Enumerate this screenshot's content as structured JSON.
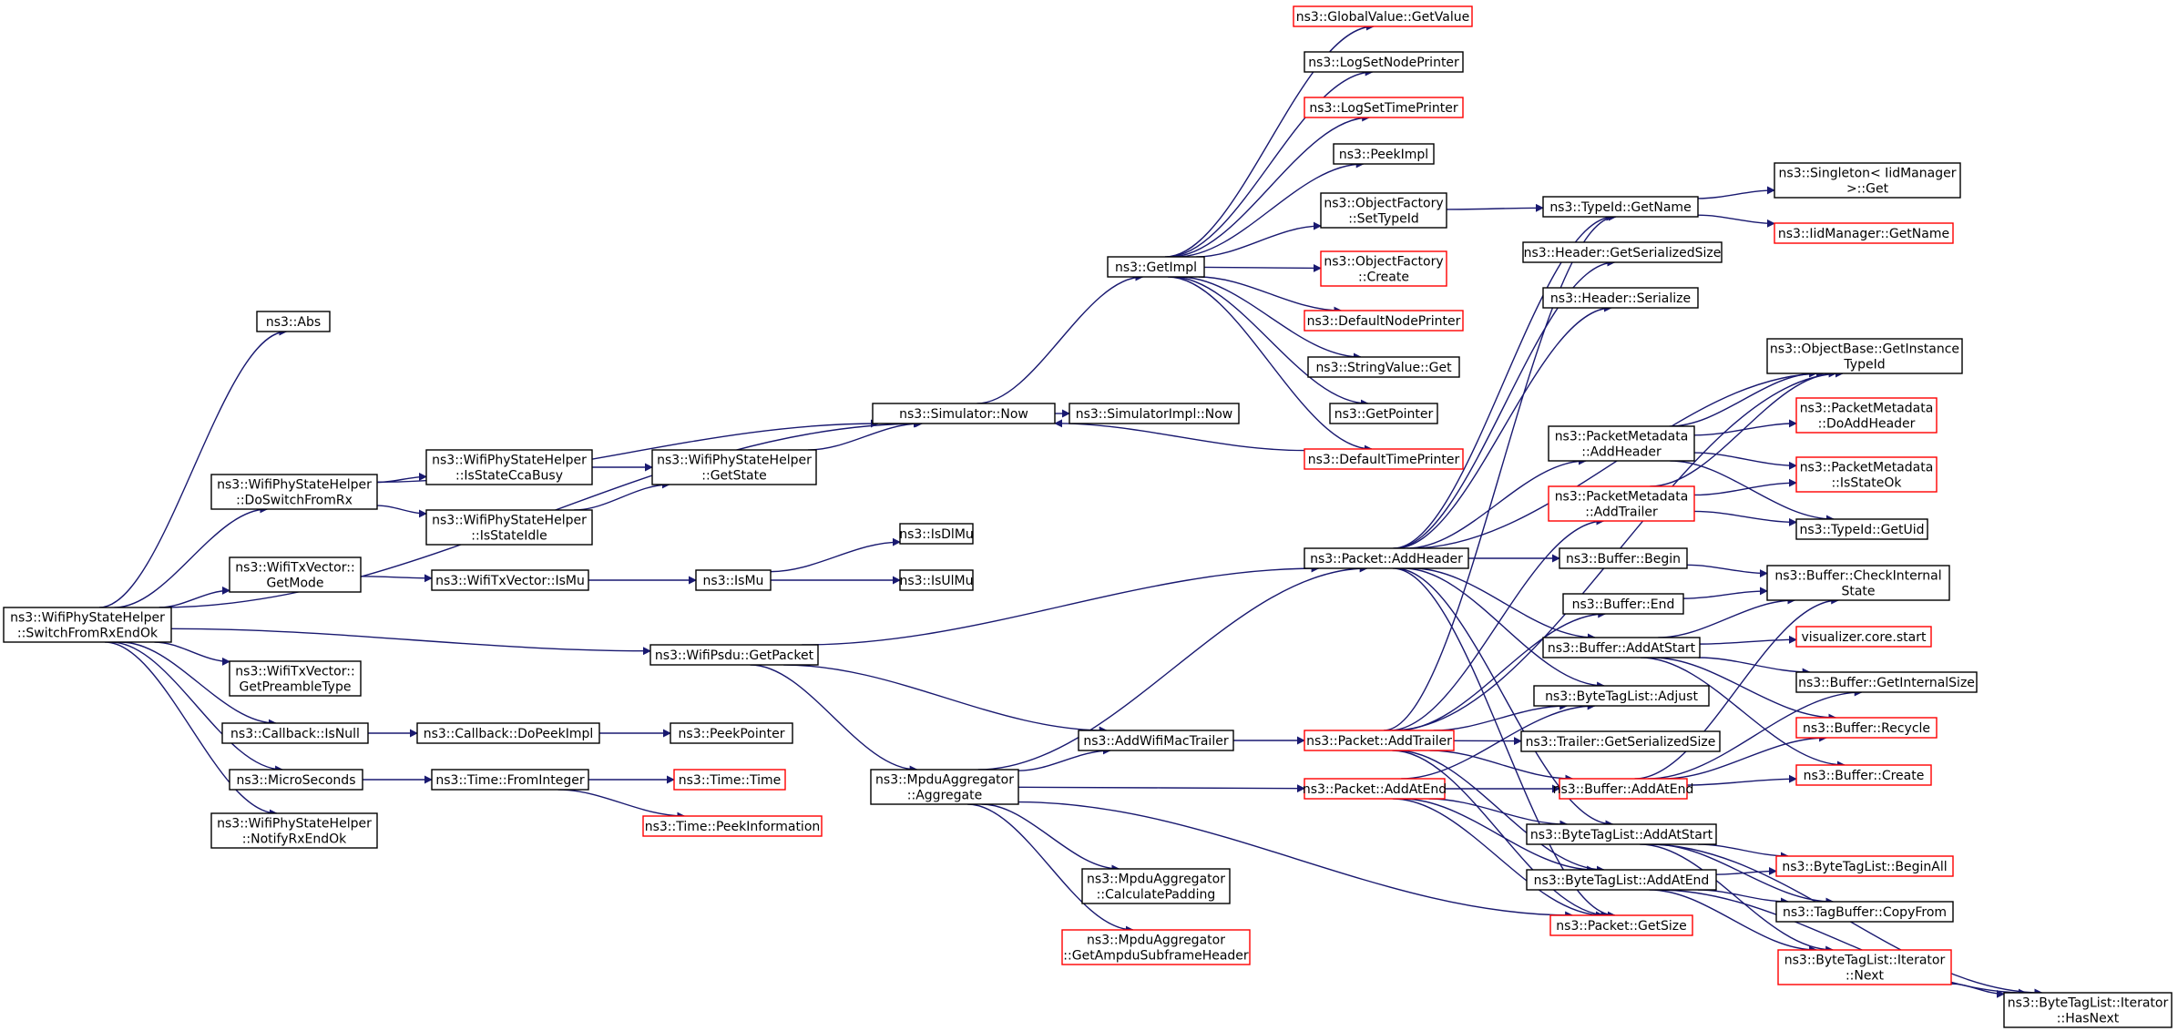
{
  "colors": {
    "edge": "#191970",
    "border_default": "#000000",
    "border_link": "#ff0000",
    "root_fill": "#bfbfbf"
  },
  "nodes": [
    {
      "id": "root",
      "lines": [
        "ns3::WifiPhyStateHelper",
        "::SwitchFromRxEndOk"
      ],
      "style": "root"
    },
    {
      "id": "abs",
      "lines": [
        "ns3::Abs"
      ],
      "style": "default"
    },
    {
      "id": "simnow",
      "lines": [
        "ns3::Simulator::Now"
      ],
      "style": "default"
    },
    {
      "id": "doswitch",
      "lines": [
        "ns3::WifiPhyStateHelper",
        "::DoSwitchFromRx"
      ],
      "style": "default"
    },
    {
      "id": "getmode",
      "lines": [
        "ns3::WifiTxVector::",
        "GetMode"
      ],
      "style": "default"
    },
    {
      "id": "getpacket",
      "lines": [
        "ns3::WifiPsdu::GetPacket"
      ],
      "style": "default"
    },
    {
      "id": "preamble",
      "lines": [
        "ns3::WifiTxVector::",
        "GetPreambleType"
      ],
      "style": "default"
    },
    {
      "id": "isnull",
      "lines": [
        "ns3::Callback::IsNull"
      ],
      "style": "default"
    },
    {
      "id": "microsec",
      "lines": [
        "ns3::MicroSeconds"
      ],
      "style": "default"
    },
    {
      "id": "notify",
      "lines": [
        "ns3::WifiPhyStateHelper",
        "::NotifyRxEndOk"
      ],
      "style": "default"
    },
    {
      "id": "ccabusy",
      "lines": [
        "ns3::WifiPhyStateHelper",
        "::IsStateCcaBusy"
      ],
      "style": "default"
    },
    {
      "id": "idle",
      "lines": [
        "ns3::WifiPhyStateHelper",
        "::IsStateIdle"
      ],
      "style": "default"
    },
    {
      "id": "getstate",
      "lines": [
        "ns3::WifiPhyStateHelper",
        "::GetState"
      ],
      "style": "default"
    },
    {
      "id": "ismuvec",
      "lines": [
        "ns3::WifiTxVector::IsMu"
      ],
      "style": "default"
    },
    {
      "id": "ismu",
      "lines": [
        "ns3::IsMu"
      ],
      "style": "default"
    },
    {
      "id": "isdlmu",
      "lines": [
        "ns3::IsDlMu"
      ],
      "style": "default"
    },
    {
      "id": "isulmu",
      "lines": [
        "ns3::IsUlMu"
      ],
      "style": "default"
    },
    {
      "id": "dopeek",
      "lines": [
        "ns3::Callback::DoPeekImpl"
      ],
      "style": "default"
    },
    {
      "id": "peekptr",
      "lines": [
        "ns3::PeekPointer"
      ],
      "style": "default"
    },
    {
      "id": "fromint",
      "lines": [
        "ns3::Time::FromInteger"
      ],
      "style": "default"
    },
    {
      "id": "timetime",
      "lines": [
        "ns3::Time::Time"
      ],
      "style": "link"
    },
    {
      "id": "peekinfo",
      "lines": [
        "ns3::Time::PeekInformation"
      ],
      "style": "link"
    },
    {
      "id": "getimpl",
      "lines": [
        "ns3::GetImpl"
      ],
      "style": "default"
    },
    {
      "id": "simimplnow",
      "lines": [
        "ns3::SimulatorImpl::Now"
      ],
      "style": "default"
    },
    {
      "id": "gvget",
      "lines": [
        "ns3::GlobalValue::GetValue"
      ],
      "style": "link"
    },
    {
      "id": "lognode",
      "lines": [
        "ns3::LogSetNodePrinter"
      ],
      "style": "default"
    },
    {
      "id": "logtime",
      "lines": [
        "ns3::LogSetTimePrinter"
      ],
      "style": "link"
    },
    {
      "id": "peekimpl",
      "lines": [
        "ns3::PeekImpl"
      ],
      "style": "default"
    },
    {
      "id": "ofsettype",
      "lines": [
        "ns3::ObjectFactory",
        "::SetTypeId"
      ],
      "style": "default"
    },
    {
      "id": "ofcreate",
      "lines": [
        "ns3::ObjectFactory",
        "::Create"
      ],
      "style": "link"
    },
    {
      "id": "defnode",
      "lines": [
        "ns3::DefaultNodePrinter"
      ],
      "style": "link"
    },
    {
      "id": "strget",
      "lines": [
        "ns3::StringValue::Get"
      ],
      "style": "default"
    },
    {
      "id": "getpointer",
      "lines": [
        "ns3::GetPointer"
      ],
      "style": "default"
    },
    {
      "id": "deftime",
      "lines": [
        "ns3::DefaultTimePrinter"
      ],
      "style": "link"
    },
    {
      "id": "addheader",
      "lines": [
        "ns3::Packet::AddHeader"
      ],
      "style": "default"
    },
    {
      "id": "mpduagg",
      "lines": [
        "ns3::MpduAggregator",
        "::Aggregate"
      ],
      "style": "default"
    },
    {
      "id": "addmac",
      "lines": [
        "ns3::AddWifiMacTrailer"
      ],
      "style": "default"
    },
    {
      "id": "calcpad",
      "lines": [
        "ns3::MpduAggregator",
        "::CalculatePadding"
      ],
      "style": "default"
    },
    {
      "id": "getampdu",
      "lines": [
        "ns3::MpduAggregator",
        "::GetAmpduSubframeHeader"
      ],
      "style": "link"
    },
    {
      "id": "addtrailer",
      "lines": [
        "ns3::Packet::AddTrailer"
      ],
      "style": "link"
    },
    {
      "id": "addatend",
      "lines": [
        "ns3::Packet::AddAtEnd"
      ],
      "style": "link"
    },
    {
      "id": "typename",
      "lines": [
        "ns3::TypeId::GetName"
      ],
      "style": "default"
    },
    {
      "id": "hdrsize",
      "lines": [
        "ns3::Header::GetSerializedSize"
      ],
      "style": "default"
    },
    {
      "id": "hdrser",
      "lines": [
        "ns3::Header::Serialize"
      ],
      "style": "default"
    },
    {
      "id": "pmaddhdr",
      "lines": [
        "ns3::PacketMetadata",
        "::AddHeader"
      ],
      "style": "default"
    },
    {
      "id": "pmaddtrl",
      "lines": [
        "ns3::PacketMetadata",
        "::AddTrailer"
      ],
      "style": "link"
    },
    {
      "id": "bufbegin",
      "lines": [
        "ns3::Buffer::Begin"
      ],
      "style": "default"
    },
    {
      "id": "bufend",
      "lines": [
        "ns3::Buffer::End"
      ],
      "style": "default"
    },
    {
      "id": "bufaddstart",
      "lines": [
        "ns3::Buffer::AddAtStart"
      ],
      "style": "default"
    },
    {
      "id": "btladjust",
      "lines": [
        "ns3::ByteTagList::Adjust"
      ],
      "style": "default"
    },
    {
      "id": "trlsize",
      "lines": [
        "ns3::Trailer::GetSerializedSize"
      ],
      "style": "default"
    },
    {
      "id": "bufaddend",
      "lines": [
        "ns3::Buffer::AddAtEnd"
      ],
      "style": "link"
    },
    {
      "id": "btladdstart",
      "lines": [
        "ns3::ByteTagList::AddAtStart"
      ],
      "style": "default"
    },
    {
      "id": "btladdend",
      "lines": [
        "ns3::ByteTagList::AddAtEnd"
      ],
      "style": "default"
    },
    {
      "id": "pktsize",
      "lines": [
        "ns3::Packet::GetSize"
      ],
      "style": "link"
    },
    {
      "id": "singleton",
      "lines": [
        "ns3::Singleton< IidManager",
        "  >::Get"
      ],
      "style": "default"
    },
    {
      "id": "iidname",
      "lines": [
        "ns3::IidManager::GetName"
      ],
      "style": "link"
    },
    {
      "id": "objtype",
      "lines": [
        "ns3::ObjectBase::GetInstance",
        "TypeId"
      ],
      "style": "default"
    },
    {
      "id": "pmdoadd",
      "lines": [
        "ns3::PacketMetadata",
        "::DoAddHeader"
      ],
      "style": "link"
    },
    {
      "id": "pmstateok",
      "lines": [
        "ns3::PacketMetadata",
        "::IsStateOk"
      ],
      "style": "link"
    },
    {
      "id": "getuid",
      "lines": [
        "ns3::TypeId::GetUid"
      ],
      "style": "default"
    },
    {
      "id": "bufcheck",
      "lines": [
        "ns3::Buffer::CheckInternal",
        "State"
      ],
      "style": "default"
    },
    {
      "id": "vizstart",
      "lines": [
        "visualizer.core.start"
      ],
      "style": "link"
    },
    {
      "id": "bufintsize",
      "lines": [
        "ns3::Buffer::GetInternalSize"
      ],
      "style": "default"
    },
    {
      "id": "bufrecycle",
      "lines": [
        "ns3::Buffer::Recycle"
      ],
      "style": "link"
    },
    {
      "id": "bufcreate",
      "lines": [
        "ns3::Buffer::Create"
      ],
      "style": "link"
    },
    {
      "id": "btlbegin",
      "lines": [
        "ns3::ByteTagList::BeginAll"
      ],
      "style": "link"
    },
    {
      "id": "tagcopy",
      "lines": [
        "ns3::TagBuffer::CopyFrom"
      ],
      "style": "default"
    },
    {
      "id": "itnext",
      "lines": [
        "ns3::ByteTagList::Iterator",
        "::Next"
      ],
      "style": "link"
    },
    {
      "id": "ithasnext",
      "lines": [
        "ns3::ByteTagList::Iterator",
        "::HasNext"
      ],
      "style": "default"
    }
  ]
}
